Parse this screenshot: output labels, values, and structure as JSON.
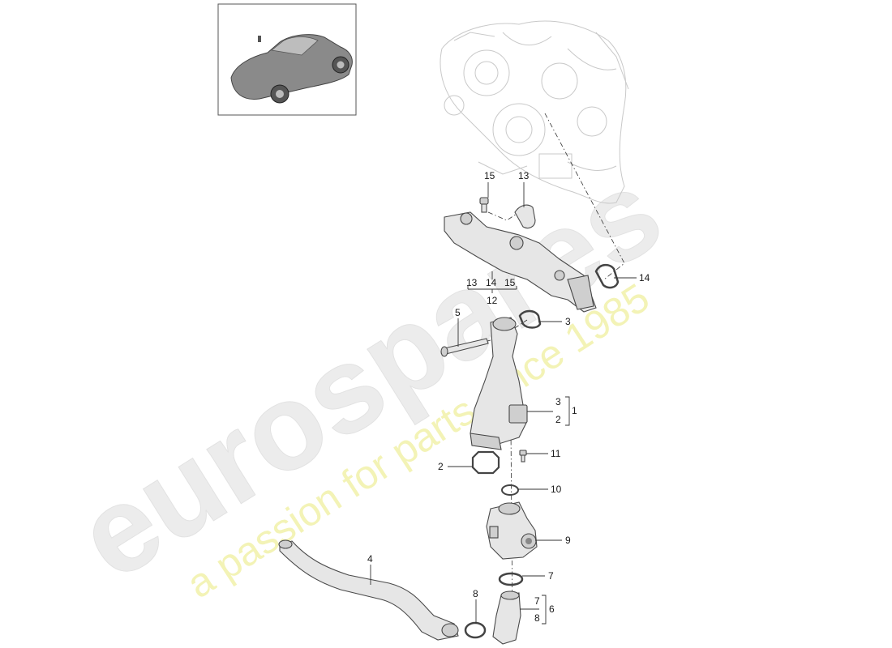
{
  "diagram": {
    "callouts": {
      "c1": "1",
      "c2a": "2",
      "c2b": "2",
      "c3a": "3",
      "c3b": "3",
      "c4": "4",
      "c5": "5",
      "c6": "6",
      "c7a": "7",
      "c7b": "7",
      "c8a": "8",
      "c8b": "8",
      "c9": "9",
      "c10": "10",
      "c11": "11",
      "c12": "12",
      "c13a": "13",
      "c13b": "13",
      "c14a": "14",
      "c14b": "14",
      "c15a": "15",
      "c15b": "15"
    }
  },
  "watermark": {
    "brand": "eurospares",
    "tagline": "a passion for parts since 1985"
  },
  "colors": {
    "line": "#333333",
    "part_fill": "#e6e6e6",
    "watermark_brand": "#e9e9e9",
    "watermark_tagline": "#f2f2b8"
  },
  "icons": {
    "thumbnail": "car-thumbnail-icon"
  }
}
